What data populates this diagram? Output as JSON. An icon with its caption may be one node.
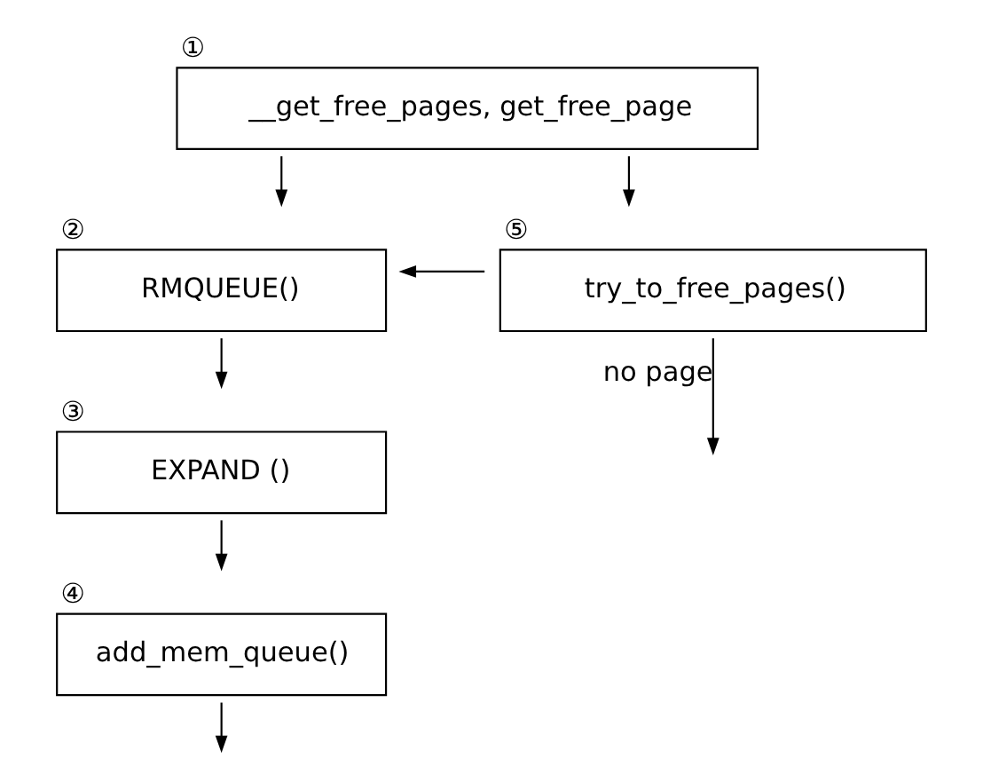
{
  "diagram": {
    "nodes": [
      {
        "text": [
          "__get_free_pages, get_free_page"
        ],
        "beside": [
          "①"
        ]
      },
      {
        "text": [
          "RMQUEUE()"
        ],
        "beside": [
          "②"
        ]
      },
      {
        "text": [
          "EXPAND ()"
        ],
        "beside": [
          "③"
        ]
      },
      {
        "text": [
          "add_mem_queue()"
        ],
        "beside": [
          "④"
        ]
      },
      {
        "text": [
          "try_to_free_pages()"
        ],
        "beside": [
          "⑤"
        ]
      }
    ],
    "edges": [
      {
        "from": 0,
        "to": 1,
        "arrow": "to"
      },
      {
        "from": 0,
        "to": 4,
        "arrow": "to"
      },
      {
        "from": 4,
        "to": 1,
        "arrow": "to"
      },
      {
        "from": 1,
        "to": 2,
        "arrow": "to"
      },
      {
        "from": 2,
        "to": 3,
        "arrow": "to"
      },
      {
        "from": 3,
        "to": null,
        "arrow": "to"
      },
      {
        "from": 4,
        "to": null,
        "arrow": "to",
        "label": "no page"
      }
    ]
  }
}
